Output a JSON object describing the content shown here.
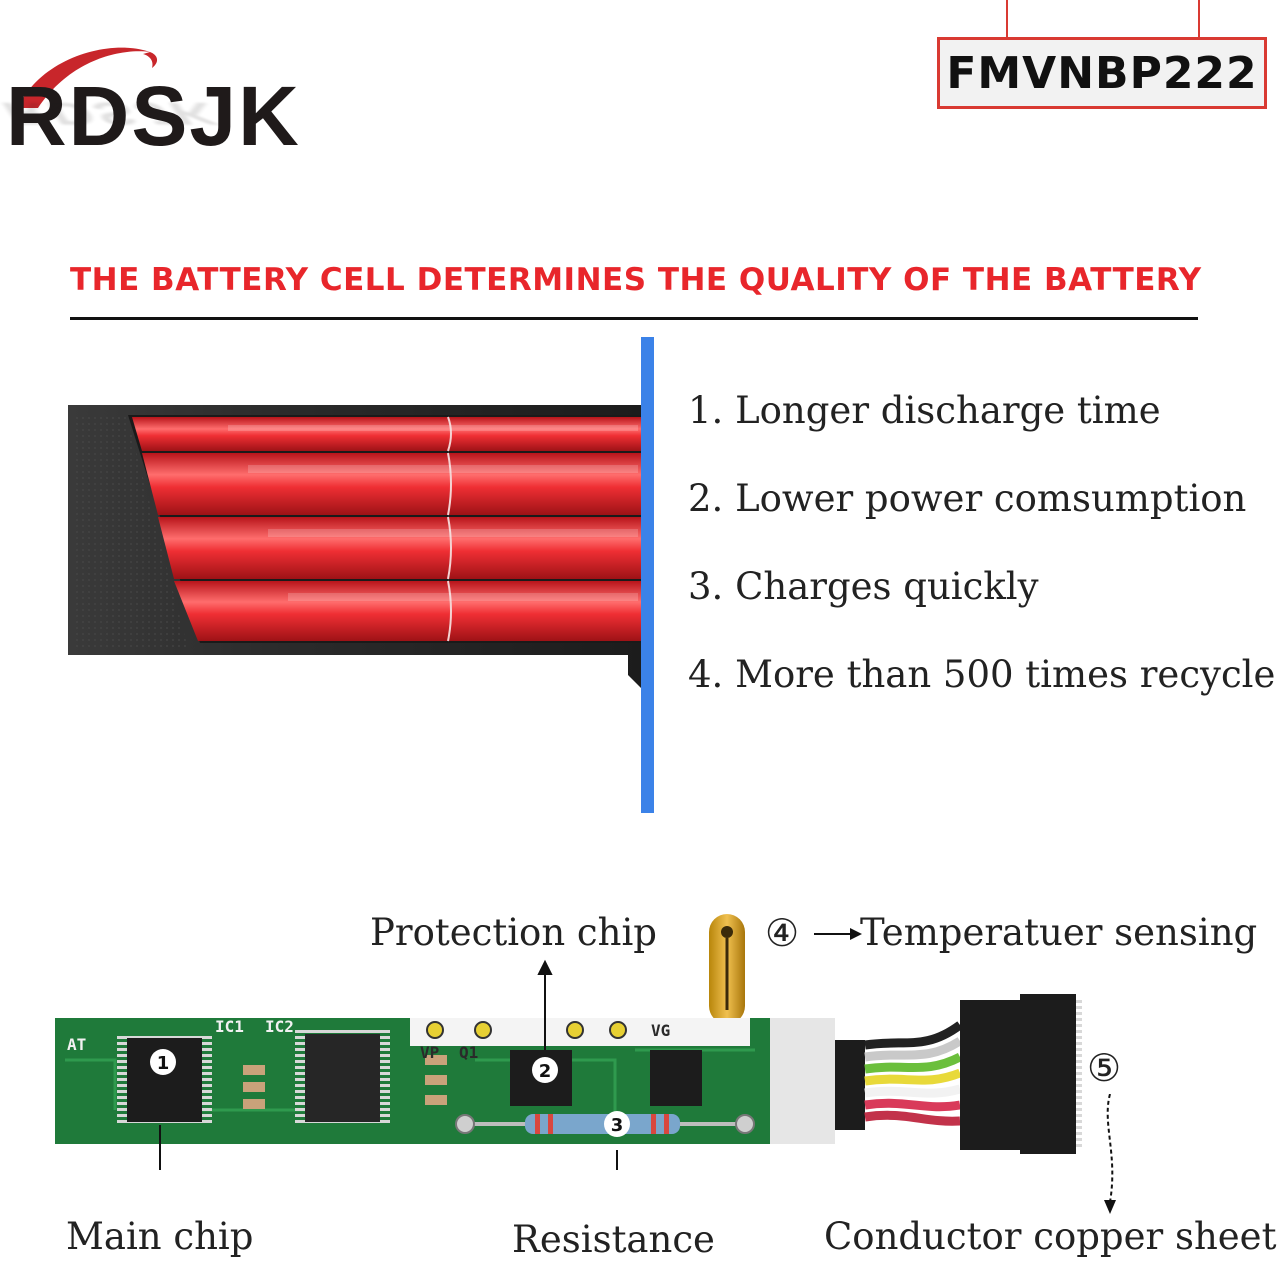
{
  "brand": {
    "name": "RDSJK",
    "colors": {
      "dark": "#1f1a1a",
      "accent": "#c8262b"
    }
  },
  "model": {
    "code": "FMVNBP222",
    "border_color": "#d93a32"
  },
  "headline": {
    "text": "THE BATTERY CELL DETERMINES THE QUALITY OF THE BATTERY",
    "color": "#e8262b"
  },
  "features": [
    "1. Longer discharge time",
    "2. Lower power comsumption",
    "3. Charges quickly",
    "4. More than 500 times recycle"
  ],
  "pcb": {
    "silkscreen": [
      "IC1",
      "IC2",
      "VP",
      "Q1",
      "VG",
      "AT"
    ],
    "markers": [
      "1",
      "2",
      "3",
      "④",
      "⑤"
    ],
    "callouts": {
      "protection_chip": "Protection chip",
      "temperature_sensing": "Temperatuer sensing",
      "main_chip": "Main chip",
      "resistance": "Resistance",
      "conductor": "Conductor copper sheet"
    },
    "wire_colors": [
      "#222222",
      "#c9c9c9",
      "#6bbf3c",
      "#e8d93a",
      "#f2f2f2",
      "#d93a5a",
      "#c2324a"
    ]
  },
  "colors": {
    "cell_red": "#e8242a",
    "frame": "#2b2b2b",
    "divider_blue": "#3b82e8",
    "pcb_green": "#1f7a3a"
  }
}
